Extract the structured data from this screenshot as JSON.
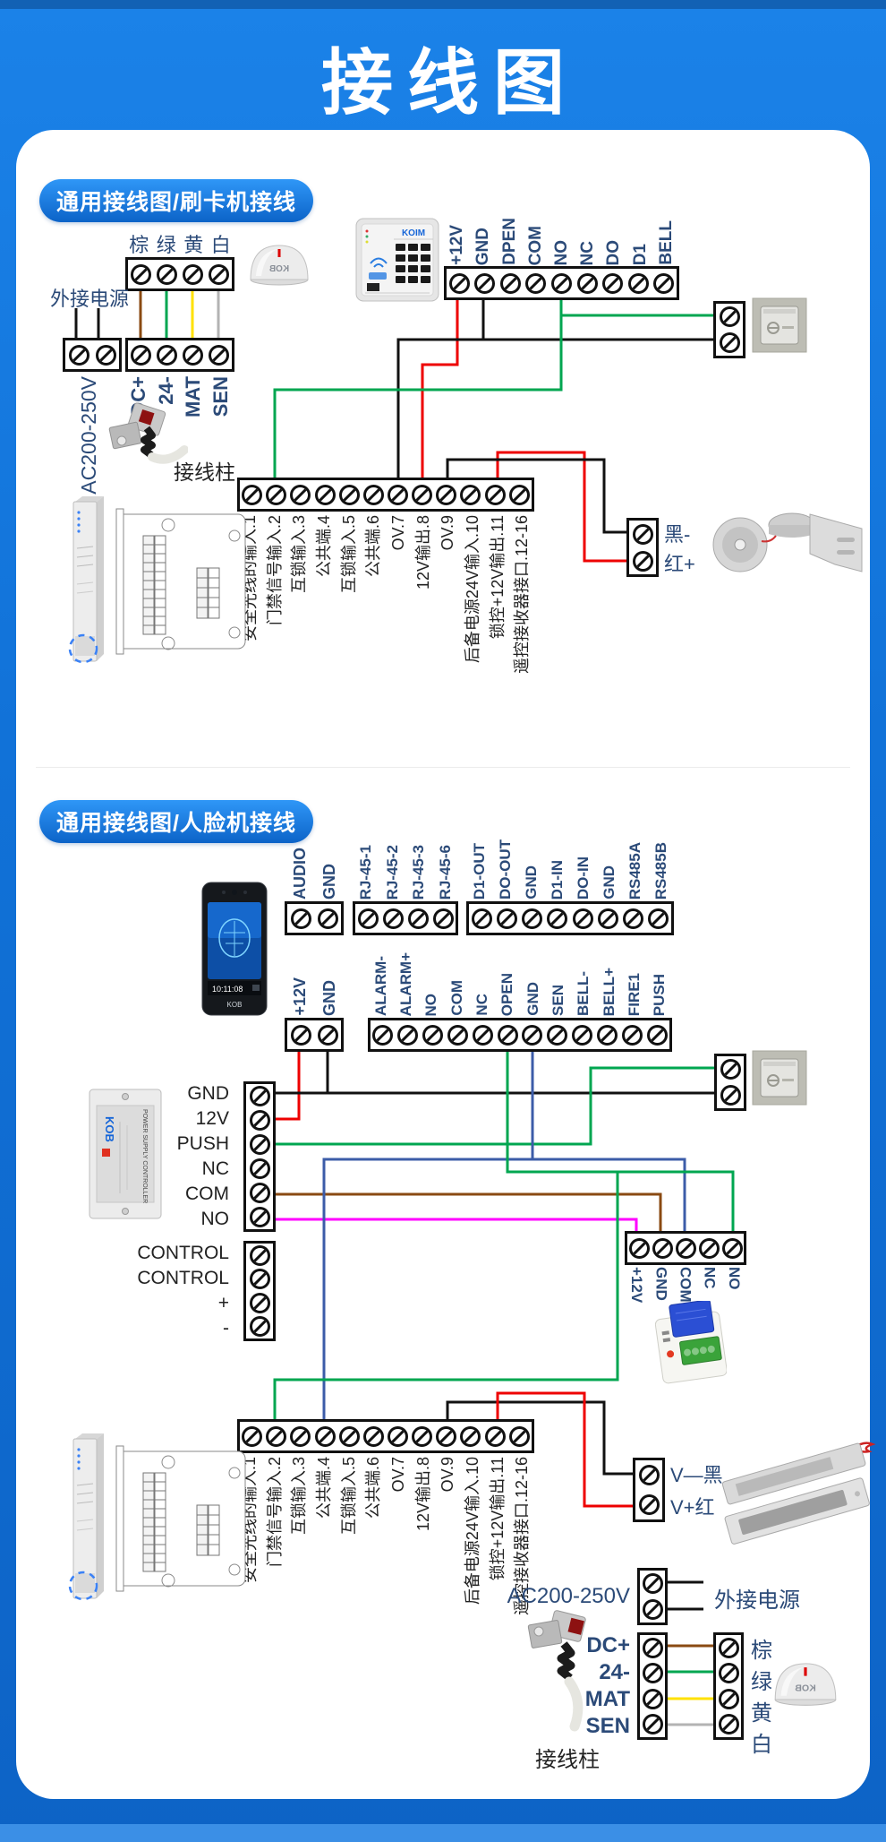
{
  "page": {
    "title": "接线图"
  },
  "colors": {
    "accent_blue": "#1478df",
    "label_navy": "#2b4a78",
    "red": "#ee0000",
    "black": "#111111",
    "green": "#00a650",
    "blue": "#3c5ca8",
    "brown": "#8a4a12",
    "magenta": "#ff00ff",
    "yellow": "#ffe100",
    "gray": "#b3b3b3"
  },
  "section1": {
    "header": "通用接线图/刷卡机接线",
    "sensor_wires": [
      "棕",
      "绿",
      "黄",
      "白"
    ],
    "external_power_label": "外接电源",
    "ac_label": "AC200-250V",
    "power_terminals": [
      "DC+",
      "24-",
      "MAT",
      "SEN"
    ],
    "terminal_post_label": "接线柱",
    "reader_brand": "KOIM",
    "dome_brand": "KOB",
    "reader_terminals": [
      "+12V",
      "GND",
      "DPEN",
      "COM",
      "NO",
      "NC",
      "DO",
      "D1",
      "BELL"
    ],
    "controller_terminals": [
      "安全光线的输入.1",
      "门禁信号输入.2",
      "互锁输入.3",
      "公共端.4",
      "互锁输入.5",
      "公共端.6",
      "OV.7",
      "12V输出.8",
      "OV.9",
      "后备电源24V输入.10",
      "锁控+12V输出.11",
      "遥控接收器接口.12-16"
    ],
    "lock_terminals": [
      "黑-",
      "红+"
    ]
  },
  "section2": {
    "header": "通用接线图/人脸机接线",
    "face_time": "10:11:08",
    "face_brand": "KOB",
    "audio_terminals": [
      "AUDIO",
      "GND"
    ],
    "rj45_terminals": [
      "RJ-45-1",
      "RJ-45-2",
      "RJ-45-3",
      "RJ-45-6"
    ],
    "io_terminals": [
      "D1-OUT",
      "DO-OUT",
      "GND",
      "D1-IN",
      "DO-IN",
      "GND",
      "RS485A",
      "RS485B"
    ],
    "power_terminals": [
      "+12V",
      "GND"
    ],
    "main_terminals": [
      "ALARM-",
      "ALARM+",
      "NO",
      "COM",
      "NC",
      "OPEN",
      "GND",
      "SEN",
      "BELL-",
      "BELL+",
      "FIRE1",
      "PUSH"
    ],
    "psu_terminals": [
      "GND",
      "12V",
      "PUSH",
      "NC",
      "COM",
      "NO"
    ],
    "control_terminals": [
      "CONTROL",
      "CONTROL",
      "+",
      "-"
    ],
    "psu_brand": "KOB",
    "psu_device_label": "POWER SUPPLY CONTROLLER",
    "relay_terminals": [
      "+12V",
      "GND",
      "COM",
      "NC",
      "NO"
    ],
    "controller_terminals": [
      "安全光线的输入.1",
      "门禁信号输入.2",
      "互锁输入.3",
      "公共端.4",
      "互锁输入.5",
      "公共端.6",
      "OV.7",
      "12V输出.8",
      "OV.9",
      "后备电源24V输入.10",
      "锁控+12V输出.11",
      "遥控接收器接口.12-16"
    ],
    "lock_terminals": [
      "V—黑",
      "V+红"
    ],
    "ac_label": "AC200-250V",
    "external_power_label": "外接电源",
    "dc_terminals": [
      "DC+",
      "24-",
      "MAT",
      "SEN"
    ],
    "wire_colors": [
      "棕",
      "绿",
      "黄",
      "白"
    ],
    "terminal_post_label": "接线柱",
    "dome_brand": "KOB"
  }
}
